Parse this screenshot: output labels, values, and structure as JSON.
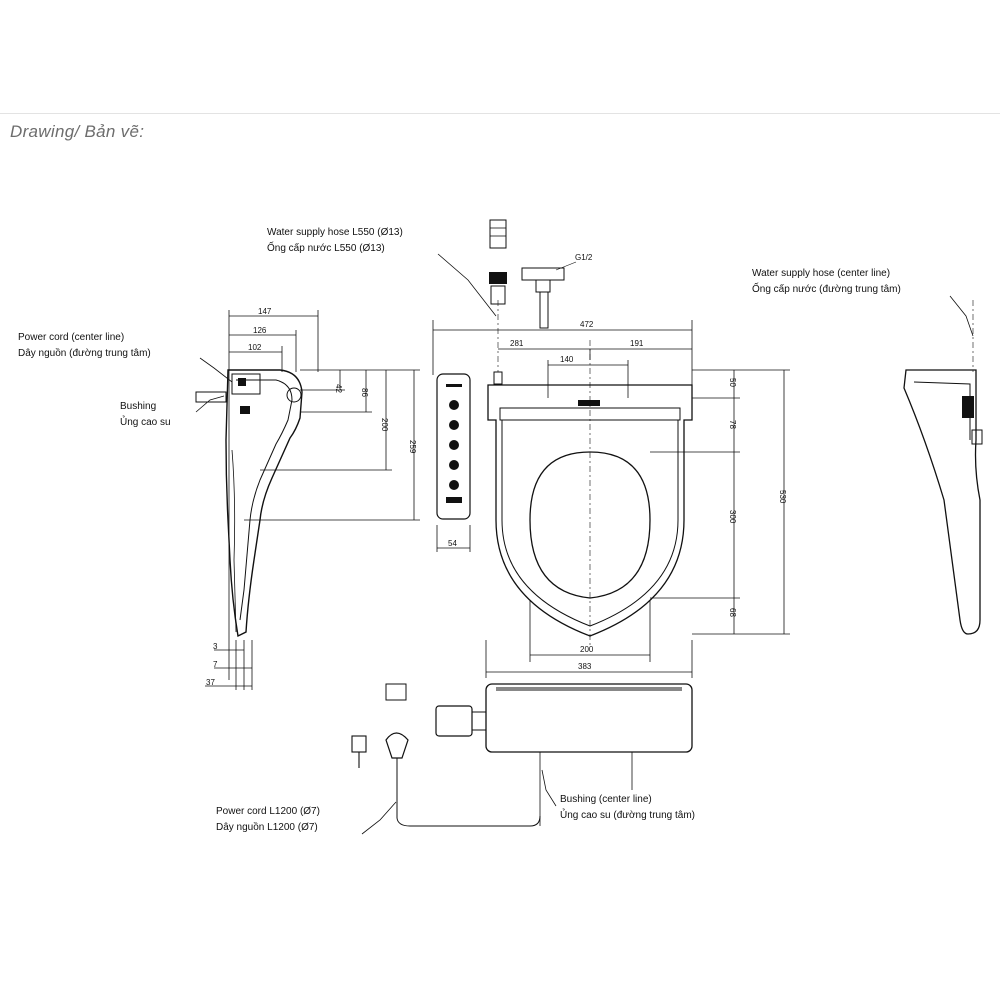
{
  "heading": "Drawing/ Bản vẽ:",
  "labels": {
    "water_hose_en": "Water supply hose L550 (Ø13)",
    "water_hose_vi": "Ống cấp nước L550 (Ø13)",
    "power_center_en": "Power cord (center line)",
    "power_center_vi": "Dây nguồn (đường trung tâm)",
    "bushing_en": "Bushing",
    "bushing_vi": "Ủng cao su",
    "water_center_en": "Water supply hose (center line)",
    "water_center_vi": "Ống cấp nước (đường trung tâm)",
    "power_l1200_en": "Power cord L1200 (Ø7)",
    "power_l1200_vi": "Dây nguồn L1200 (Ø7)",
    "bushing_center_en": "Bushing (center line)",
    "bushing_center_vi": "Ủng cao su (đường trung tâm)",
    "thread": "G1/2"
  },
  "dimensions": {
    "side_147": "147",
    "side_126": "126",
    "side_102": "102",
    "side_42": "42",
    "side_86": "86",
    "side_200": "200",
    "side_259": "259",
    "side_3": "3",
    "side_7": "7",
    "side_37": "37",
    "remote_54": "54",
    "top_472": "472",
    "top_281": "281",
    "top_191": "191",
    "top_140": "140",
    "right_50": "50",
    "right_78": "78",
    "right_300": "300",
    "right_68": "68",
    "right_530": "530",
    "bottom_200": "200",
    "bottom_383": "383"
  }
}
